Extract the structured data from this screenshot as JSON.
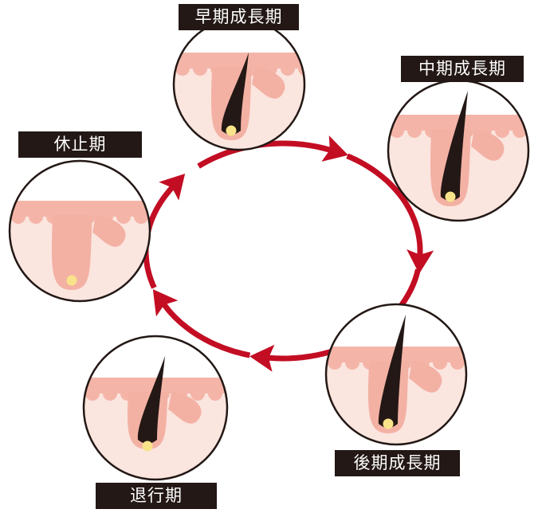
{
  "title": "Hair growth cycle",
  "colors": {
    "arrow": "#c30d23",
    "skin_band": "#f4b5a8",
    "skin_lower": "#fbe5df",
    "follicle": "#f3b1a4",
    "hair": "#231815",
    "bulb": "#f9e38a",
    "label_bg": "#231815"
  },
  "stages": [
    {
      "id": "early-anagen",
      "label": "早期成長期"
    },
    {
      "id": "mid-anagen",
      "label": "中期成長期"
    },
    {
      "id": "late-anagen",
      "label": "後期成長期"
    },
    {
      "id": "catagen",
      "label": "退行期"
    },
    {
      "id": "telogen",
      "label": "休止期"
    }
  ]
}
